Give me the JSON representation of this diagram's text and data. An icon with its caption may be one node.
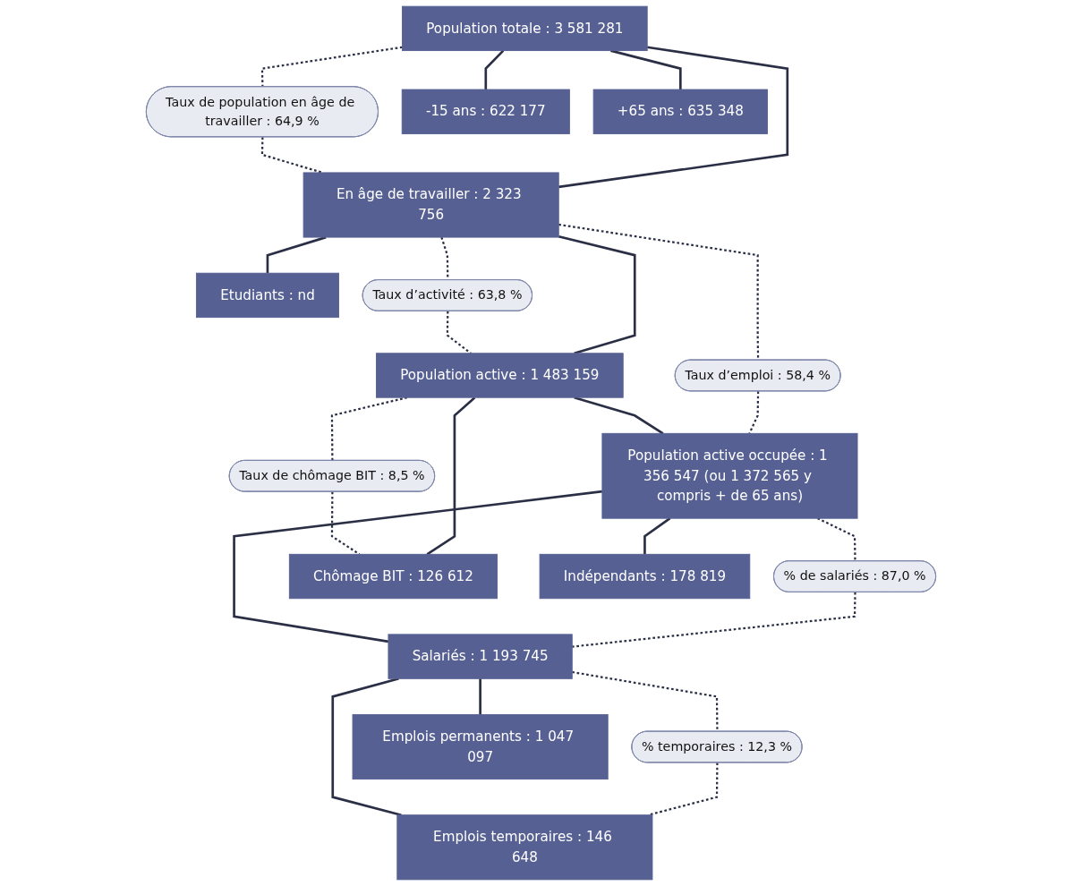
{
  "diagram": {
    "nodes": [
      {
        "text": [
          "Population totale : 3 581 281"
        ]
      },
      {
        "text": [
          "Taux de population en âge de travailler : 64,9 %"
        ]
      },
      {
        "text": [
          "-15 ans : 622 177"
        ]
      },
      {
        "text": [
          "+65 ans : 635 348"
        ]
      },
      {
        "text": [
          "En âge de travailler : 2 323 756"
        ]
      },
      {
        "text": [
          "Etudiants : nd"
        ]
      },
      {
        "text": [
          "Taux d’activité : 63,8 %"
        ]
      },
      {
        "text": [
          "Taux d’emploi : 58,4 %"
        ]
      },
      {
        "text": [
          "Population active : 1 483 159"
        ]
      },
      {
        "text": [
          "Taux de chômage BIT : 8,5 %"
        ]
      },
      {
        "text": [
          "Population active occupée : 1 356 547 (ou 1 372 565 y compris + de 65 ans)"
        ]
      },
      {
        "text": [
          "% de salariés : 87,0 %"
        ]
      },
      {
        "text": [
          "Chômage BIT : 126 612"
        ]
      },
      {
        "text": [
          "Salariés : 1 193 745"
        ]
      },
      {
        "text": [
          "Indépendants : 178 819"
        ]
      },
      {
        "text": [
          "% temporaires : 12,3 %"
        ]
      },
      {
        "text": [
          "Emplois permanents : 1 047 097"
        ]
      },
      {
        "text": [
          "Emplois temporaires : 146 648"
        ]
      }
    ],
    "edges": [
      {
        "from": 0,
        "to": 2,
        "arrow": "none"
      },
      {
        "from": 0,
        "to": 4,
        "arrow": "none"
      },
      {
        "from": 0,
        "to": 3,
        "arrow": "none"
      },
      {
        "from": 0,
        "to": 1,
        "arrow": "none",
        "style": "dashed"
      },
      {
        "from": 1,
        "to": 4,
        "arrow": "none",
        "style": "dashed"
      },
      {
        "from": 4,
        "to": 5,
        "arrow": "none"
      },
      {
        "from": 4,
        "to": 8,
        "arrow": "none"
      },
      {
        "from": 4,
        "to": 6,
        "arrow": "none",
        "style": "dashed"
      },
      {
        "from": 6,
        "to": 8,
        "arrow": "none",
        "style": "dashed"
      },
      {
        "from": 4,
        "to": 7,
        "arrow": "none",
        "style": "dashed"
      },
      {
        "from": 7,
        "to": 10,
        "arrow": "none",
        "style": "dashed"
      },
      {
        "from": 8,
        "to": 10,
        "arrow": "none"
      },
      {
        "from": 8,
        "to": 12,
        "arrow": "none"
      },
      {
        "from": 8,
        "to": 9,
        "arrow": "none",
        "style": "dashed"
      },
      {
        "from": 9,
        "to": 12,
        "arrow": "none",
        "style": "dashed"
      },
      {
        "from": 10,
        "to": 11,
        "arrow": "none",
        "style": "dashed"
      },
      {
        "from": 11,
        "to": 13,
        "arrow": "none",
        "style": "dashed"
      },
      {
        "from": 10,
        "to": 13,
        "arrow": "none"
      },
      {
        "from": 10,
        "to": 14,
        "arrow": "none"
      },
      {
        "from": 13,
        "to": 15,
        "arrow": "none",
        "style": "dashed"
      },
      {
        "from": 15,
        "to": 17,
        "arrow": "none",
        "style": "dashed"
      },
      {
        "from": 13,
        "to": 17,
        "arrow": "none"
      },
      {
        "from": 13,
        "to": 16,
        "arrow": "none"
      }
    ]
  }
}
